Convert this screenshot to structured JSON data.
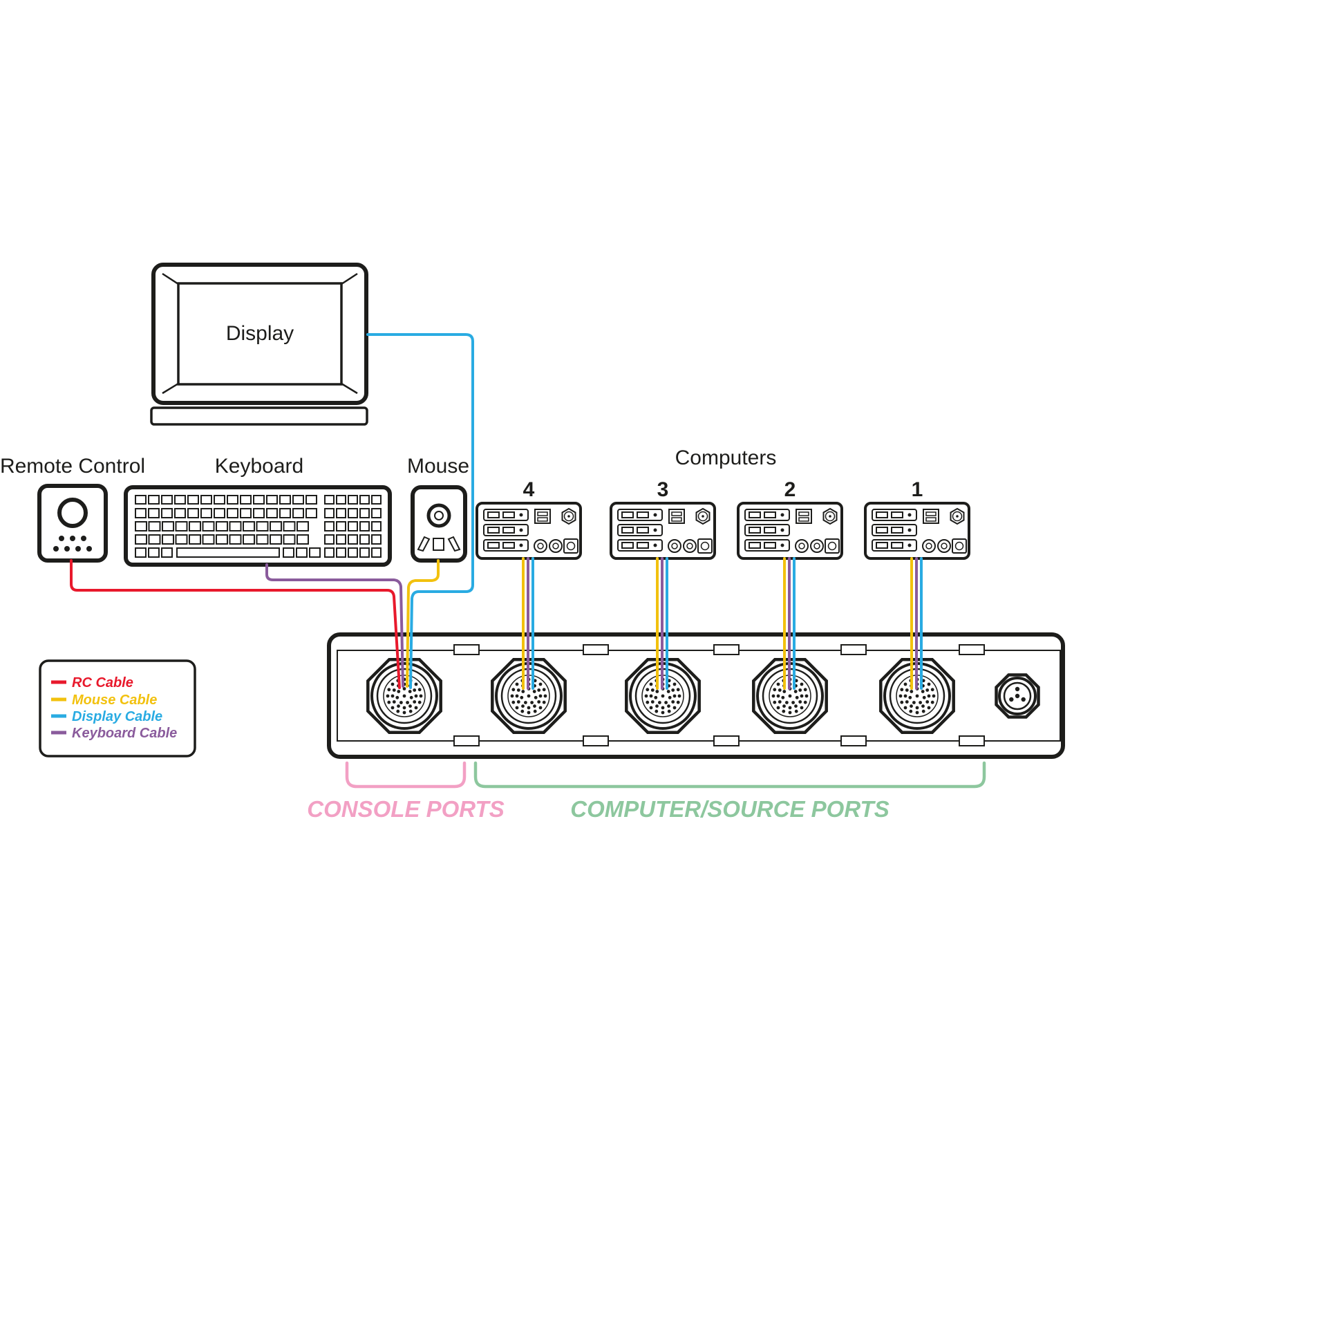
{
  "devices": {
    "display": {
      "label": "Display"
    },
    "remote_control": {
      "label": "Remote Control"
    },
    "keyboard": {
      "label": "Keyboard"
    },
    "mouse": {
      "label": "Mouse"
    },
    "computers": {
      "label": "Computers",
      "units": [
        {
          "number": "4"
        },
        {
          "number": "3"
        },
        {
          "number": "2"
        },
        {
          "number": "1"
        }
      ]
    }
  },
  "legend": {
    "items": [
      {
        "label": "RC Cable",
        "color": "#e8192c"
      },
      {
        "label": "Mouse Cable",
        "color": "#f2c10e"
      },
      {
        "label": "Display Cable",
        "color": "#29abe2"
      },
      {
        "label": "Keyboard Cable",
        "color": "#8a5b9c"
      }
    ]
  },
  "port_groups": {
    "console": {
      "label": "CONSOLE PORTS",
      "color": "#f2a0c4"
    },
    "computer_source": {
      "label": "COMPUTER/SOURCE PORTS",
      "color": "#8dc79e"
    }
  },
  "colors": {
    "outline": "#1d1d1b",
    "background": "#ffffff"
  }
}
